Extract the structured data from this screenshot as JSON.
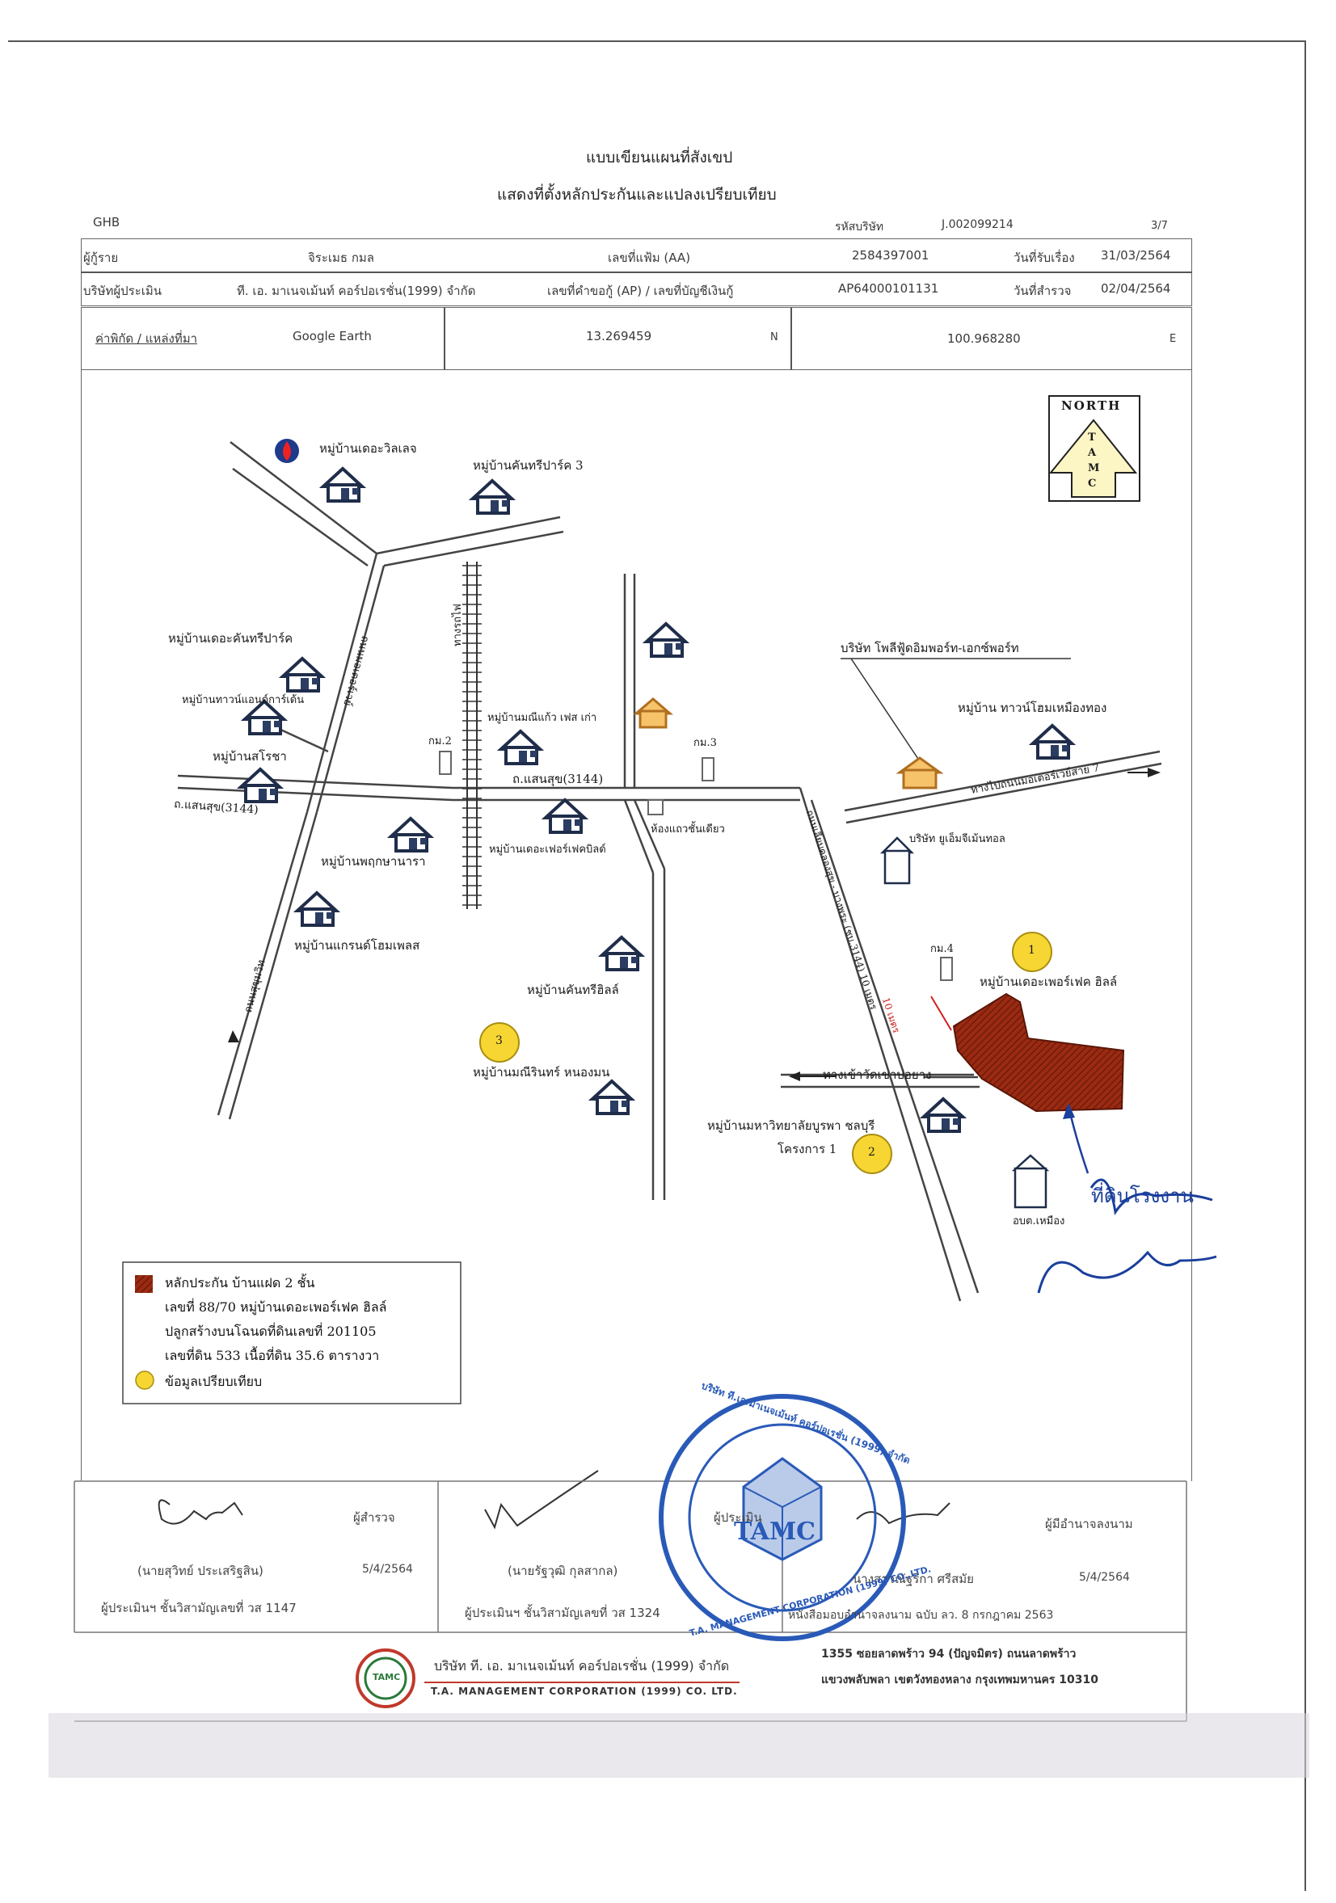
{
  "title": "แบบเขียนแผนที่สังเขป",
  "subtitle": "แสดงที่ตั้งหลักประกันและแปลงเปรียบเทียบ",
  "bank": "GHB",
  "header": {
    "company_code_label": "รหัสบริษัท",
    "company_code": "J.002099214",
    "page": "3/7",
    "borrower_label": "ผู้กู้ราย",
    "borrower": "จิระเมธ กมล",
    "file_no_label": "เลขที่แฟ้ม (AA)",
    "file_no": "2584397001",
    "received_date_label": "วันที่รับเรื่อง",
    "received_date": "31/03/2564",
    "appraiser_company_label": "บริษัทผู้ประเมิน",
    "appraiser_company": "ที. เอ. มาเนจเม้นท์ คอร์ปอเรชั่น(1999) จำกัด",
    "ap_label": "เลขที่คำขอกู้ (AP) / เลขที่บัญชีเงินกู้",
    "ap_no": "AP64000101131",
    "survey_date_label": "วันที่สำรวจ",
    "survey_date": "02/04/2564",
    "coord_label": "ค่าพิกัด / แหล่งที่มา",
    "coord_source": "Google Earth",
    "lat": "13.269459",
    "lat_dir": "N",
    "lon": "100.968280",
    "lon_dir": "E"
  },
  "map": {
    "north": {
      "word": "NORTH",
      "letters": [
        "T",
        "A",
        "M",
        "C"
      ]
    },
    "villages": [
      "หมู่บ้านเดอะวิลเลจ",
      "หมู่บ้านคันทรีปาร์ค 3",
      "หมู่บ้านเดอะคันทรีปาร์ค",
      "หมู่บ้านทาวน์แอนด์การ์เด้น",
      "หมู่บ้านสโรชา",
      "หมู่บ้านมณีแก้ว เฟส เก่า",
      "หมู่บ้านพฤกษานารา",
      "หมู่บ้านเดอะเฟอร์เฟคบิลด์",
      "หมู่บ้านแกรนด์โฮมเพลส",
      "หมู่บ้านคันทรีฮิลล์",
      "หมู่บ้านมณีรินทร์ หนองมน",
      "หมู่บ้าน ทาวน์โฮมเหมืองทอง",
      "หมู่บ้านเดอะเพอร์เฟค ฮิลล์",
      "หมู่บ้านมหาวิทยาลัยบูรพา ชลบุรี",
      "โครงการ 1"
    ],
    "roads": {
      "saensuk_left": "ถ.แสนสุข(3144)",
      "saensuk_mid": "ถ.แสนสุข(3144)",
      "railway": "ทางรถไฟ",
      "sukhumvit": "ถนนสุขุมวิท",
      "left_vertical": "ถนนมอเตอร์เวย์",
      "diagonal": "ถนนเลียบคลองสุข - บางพระ (ชบ.3144) 10 เมตร",
      "to_motorway": "ทางไปถนนมอเตอร์เวย์สาย 7",
      "to_temple": "ทางเข้าวัดเขาบ่อยาง"
    },
    "places": {
      "km2": "กม.2",
      "km3": "กม.3",
      "km4": "กม.4",
      "shophouse": "ห้องแถวชั้นเดียว",
      "poly_food": "บริษัท โพลีฟู้ดอิมพอร์ท-เอกซ์พอร์ท",
      "ujm": "บริษัท ยูเอ็มจีเม้นทอล",
      "tambon": "อบต.เหมือง"
    },
    "markers": [
      "1",
      "2",
      "3"
    ],
    "distance": "10 เมตร",
    "signature_note": "ที่ดินโรงงาน"
  },
  "legend": {
    "line1": "หลักประกัน บ้านแฝด 2 ชั้น",
    "line2": "เลขที่ 88/70 หมู่บ้านเดอะเพอร์เฟค ฮิลล์",
    "line3": "ปลูกสร้างบนโฉนดที่ดินเลขที่ 201105",
    "line4": "เลขที่ดิน 533 เนื้อที่ดิน 35.6 ตารางวา",
    "line5": "ข้อมูลเปรียบเทียบ"
  },
  "signatures": {
    "surveyor_role": "ผู้สำรวจ",
    "surveyor_name": "(นายสุวิทย์ ประเสริฐสิน)",
    "surveyor_date": "5/4/2564",
    "surveyor_license": "ผู้ประเมินฯ ชั้นวิสามัญเลขที่ วส 1147",
    "appraiser_role": "ผู้ประเมิน",
    "appraiser_name": "(นายรัฐวุฒิ กุลสากล)",
    "appraiser_license": "ผู้ประเมินฯ ชั้นวิสามัญเลขที่ วส 1324",
    "authorized_role": "ผู้มีอำนาจลงนาม",
    "authorized_name": "นางสาวณัฐริกา ศรีสมัย",
    "authorized_date": "5/4/2564",
    "authorization_doc": "หนังสือมอบอำนาจลงนาม ฉบับ ลว. 8 กรกฎาคม 2563"
  },
  "stamp": {
    "ring_top": "บริษัท ที.เอ.มาเนจเม้นท์ คอร์ปอเรชั่น (1999) จำกัด",
    "ring_bottom": "T.A. MANAGEMENT CORPORATION (1999) CO.,LTD.",
    "center": "TAMC"
  },
  "footer": {
    "company_th": "บริษัท ที. เอ. มาเนจเม้นท์ คอร์ปอเรชั่น (1999) จำกัด",
    "company_en": "T.A. MANAGEMENT CORPORATION (1999) CO. LTD.",
    "address1": "1355 ซอยลาดพร้าว 94 (ปัญจมิตร) ถนนลาดพร้าว",
    "address2": "แขวงพลับพลา เขตวังทองหลาง กรุงเทพมหานคร 10310",
    "logo": "TAMC"
  }
}
